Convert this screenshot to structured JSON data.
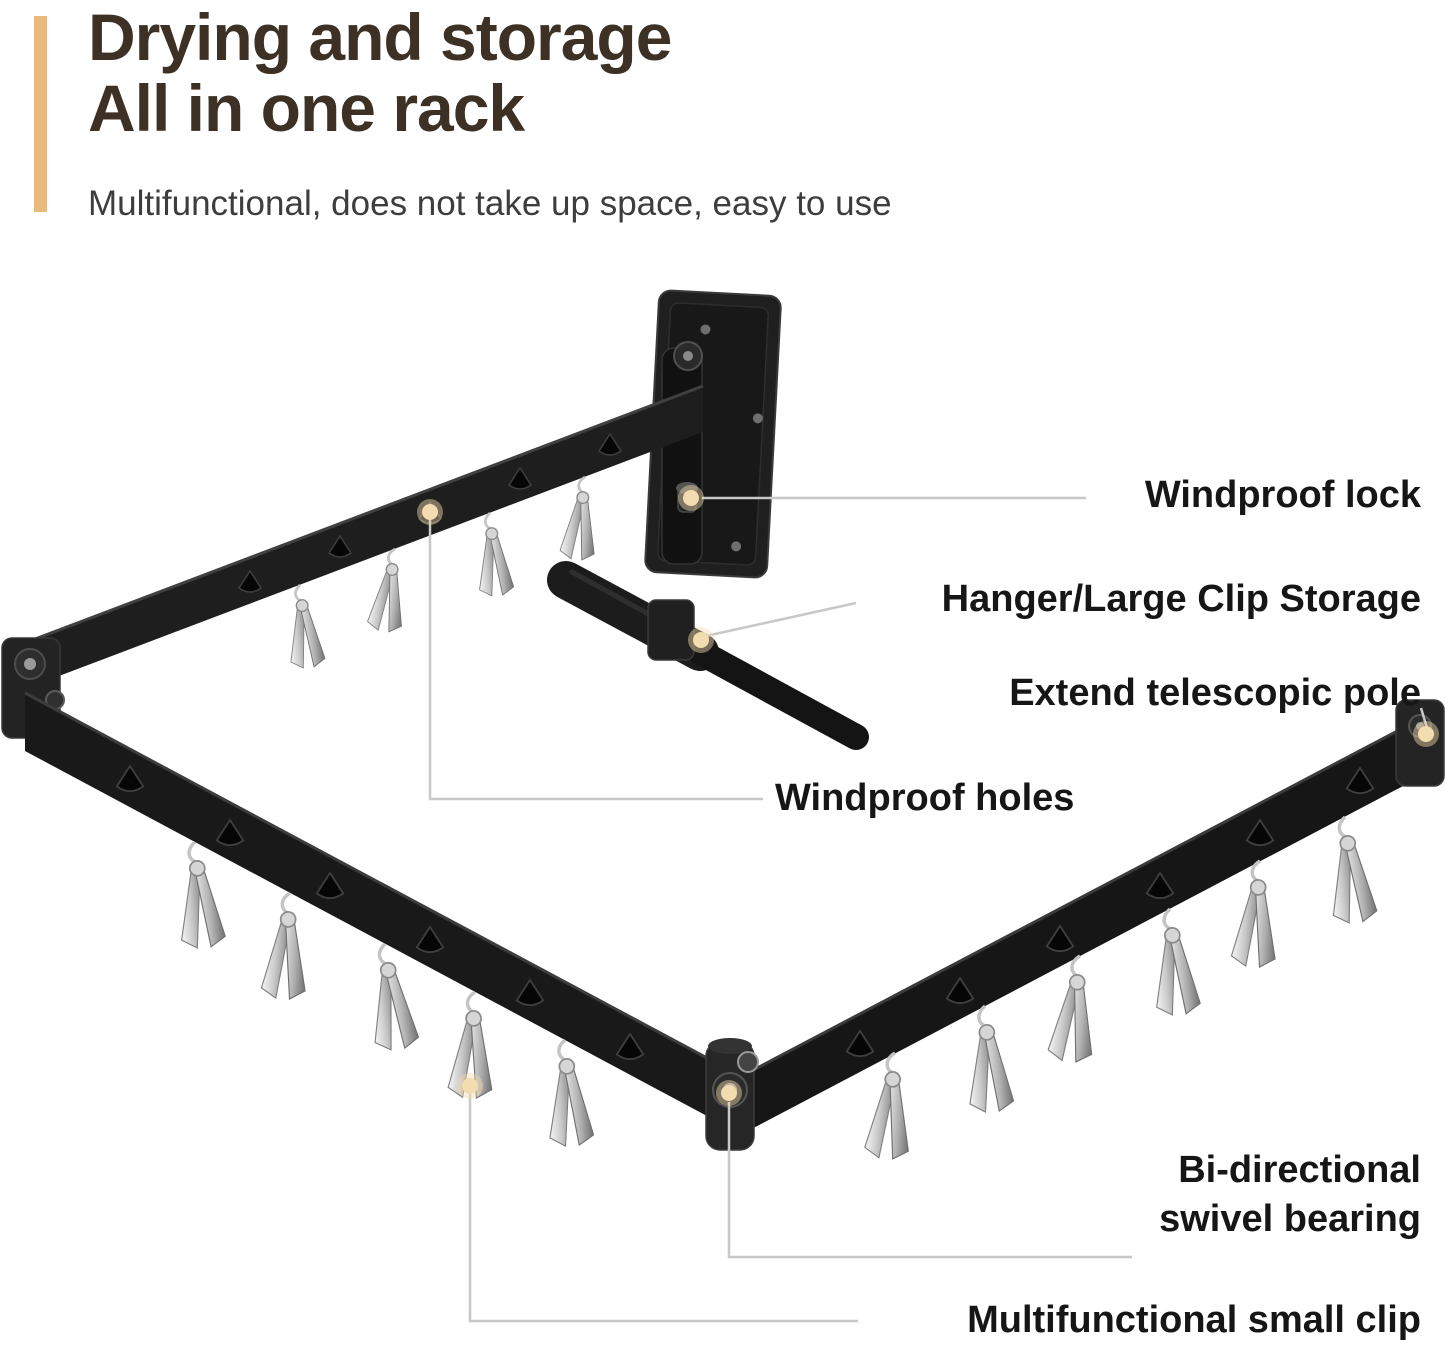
{
  "header": {
    "title_line1": "Drying and storage",
    "title_line2": "All in one rack",
    "subtitle": "Multifunctional, does not take up space, easy to use"
  },
  "callouts": {
    "windproof_lock": "Windproof lock",
    "hanger_storage": "Hanger/Large Clip Storage",
    "telescopic_pole": "Extend telescopic pole",
    "windproof_holes": "Windproof holes",
    "swivel_bearing_line1": "Bi-directional",
    "swivel_bearing_line2": "swivel bearing",
    "small_clip": "Multifunctional small clip"
  },
  "illustration": {
    "description": "Black wall-mounted folding clothes drying rack with metal clips",
    "icons": [
      "wall-mount-plate",
      "windproof-lock-knob",
      "telescopic-pole",
      "swivel-bearing",
      "metal-clip",
      "windproof-hole"
    ]
  },
  "colors": {
    "accent": "#E9BA7D",
    "title": "#3D3126",
    "label": "#161616",
    "line": "#C8C8C8",
    "dot": "#F2DCB0"
  }
}
